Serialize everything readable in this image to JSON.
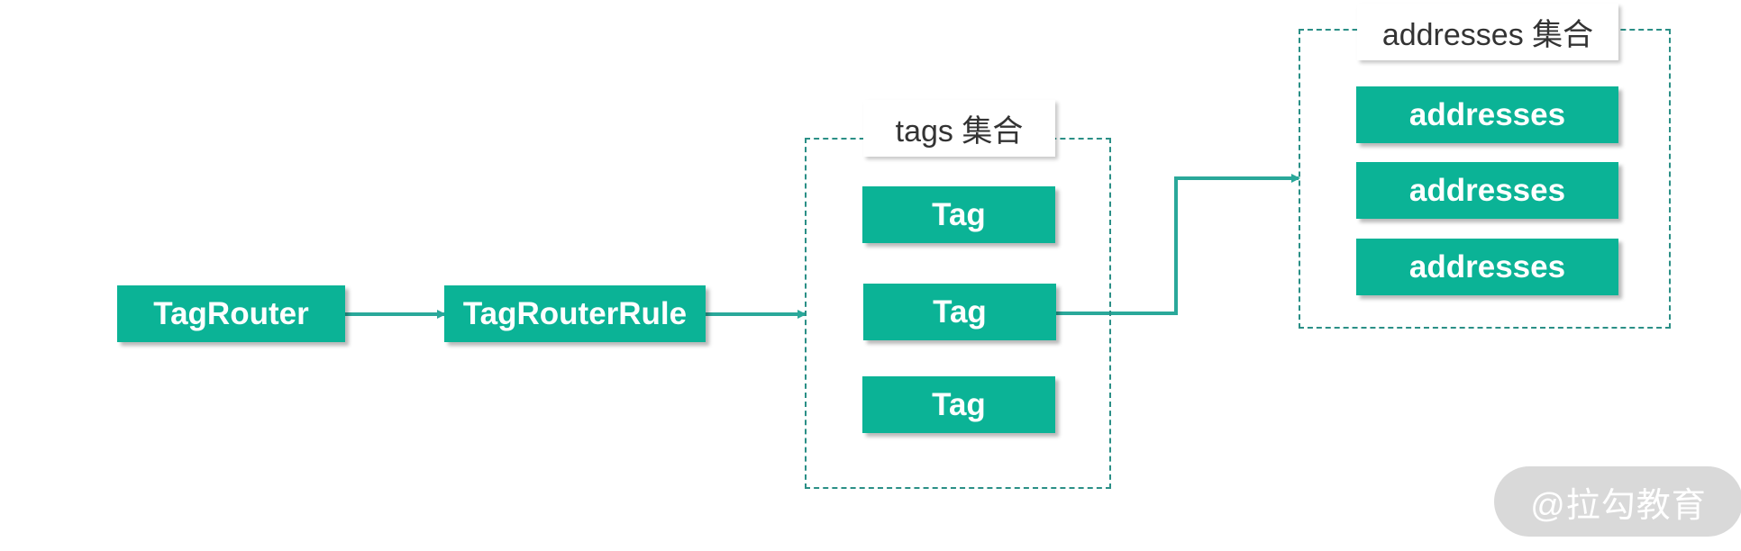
{
  "nodes": {
    "tag_router": "TagRouter",
    "tag_router_rule": "TagRouterRule",
    "tags_group_label": "tags 集合",
    "tags": [
      "Tag",
      "Tag",
      "Tag"
    ],
    "addresses_group_label": "addresses 集合",
    "addresses": [
      "addresses",
      "addresses",
      "addresses"
    ]
  },
  "watermark": "@拉勾教育",
  "colors": {
    "box_fill": "#0bb396",
    "arrow": "#2aa89a",
    "dashed_border": "#2a8f86"
  }
}
